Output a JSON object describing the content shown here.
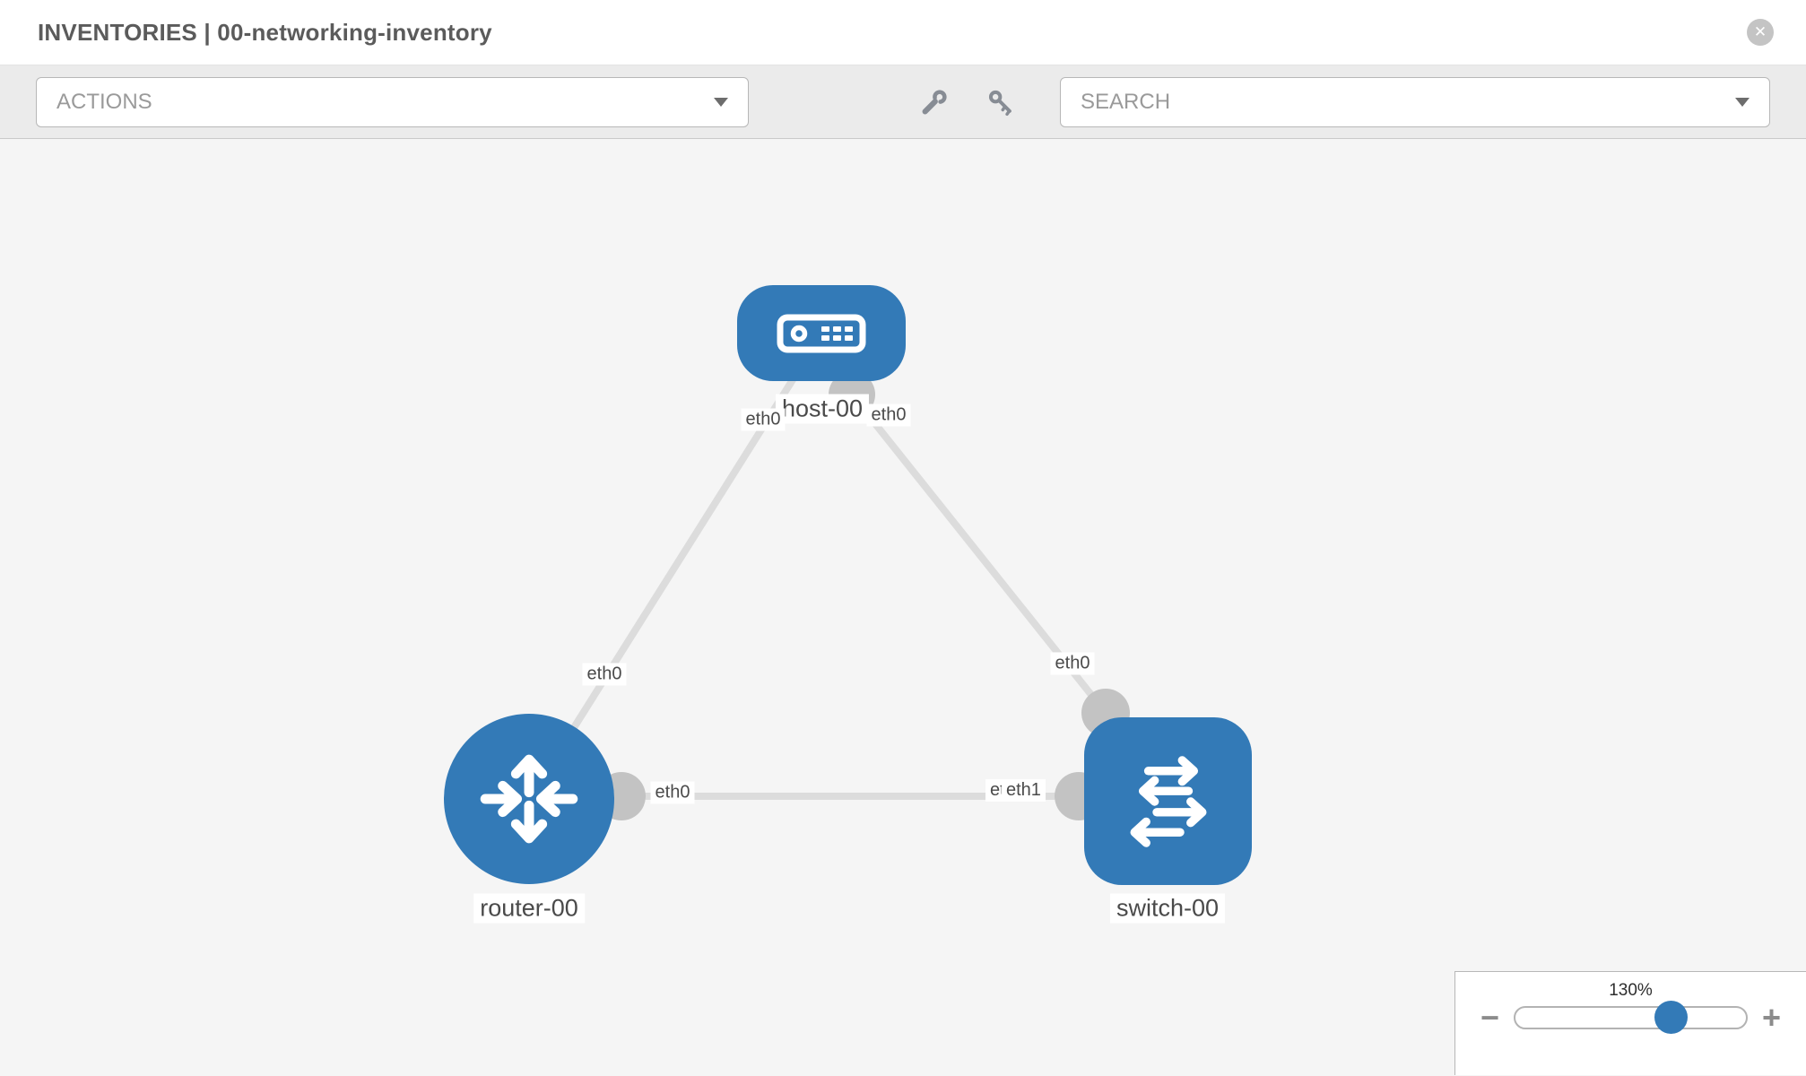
{
  "header": {
    "title": "INVENTORIES | 00-networking-inventory",
    "close_glyph": "✕"
  },
  "toolbar": {
    "actions_label": "ACTIONS",
    "search_label": "SEARCH",
    "tools": [
      "wrench-icon",
      "key-icon"
    ]
  },
  "topology": {
    "nodes": [
      {
        "id": "host-00",
        "type": "host",
        "label": "host-00"
      },
      {
        "id": "router-00",
        "type": "router",
        "label": "router-00"
      },
      {
        "id": "switch-00",
        "type": "switch",
        "label": "switch-00"
      }
    ],
    "links": [
      {
        "from": "router-00",
        "to": "host-00",
        "from_iface": "eth0",
        "to_iface": "eth0"
      },
      {
        "from": "host-00",
        "to": "switch-00",
        "from_iface": "eth0",
        "to_iface": "eth0"
      },
      {
        "from": "router-00",
        "to": "switch-00",
        "from_iface": "eth0",
        "to_iface": "eth1"
      }
    ],
    "iface_labels": [
      {
        "text": "eth0"
      },
      {
        "text": "eth0"
      },
      {
        "text": "eth0"
      },
      {
        "text": "eth0"
      },
      {
        "text": "eth0"
      },
      {
        "text": "eth0"
      },
      {
        "text": "eth1"
      }
    ]
  },
  "zoom_control": {
    "level": "130%",
    "minus_glyph": "−",
    "plus_glyph": "+"
  },
  "colors": {
    "node_blue": "#337ab7",
    "edge_gray": "#dcdcdc",
    "connector_gray": "#c3c3c3"
  }
}
